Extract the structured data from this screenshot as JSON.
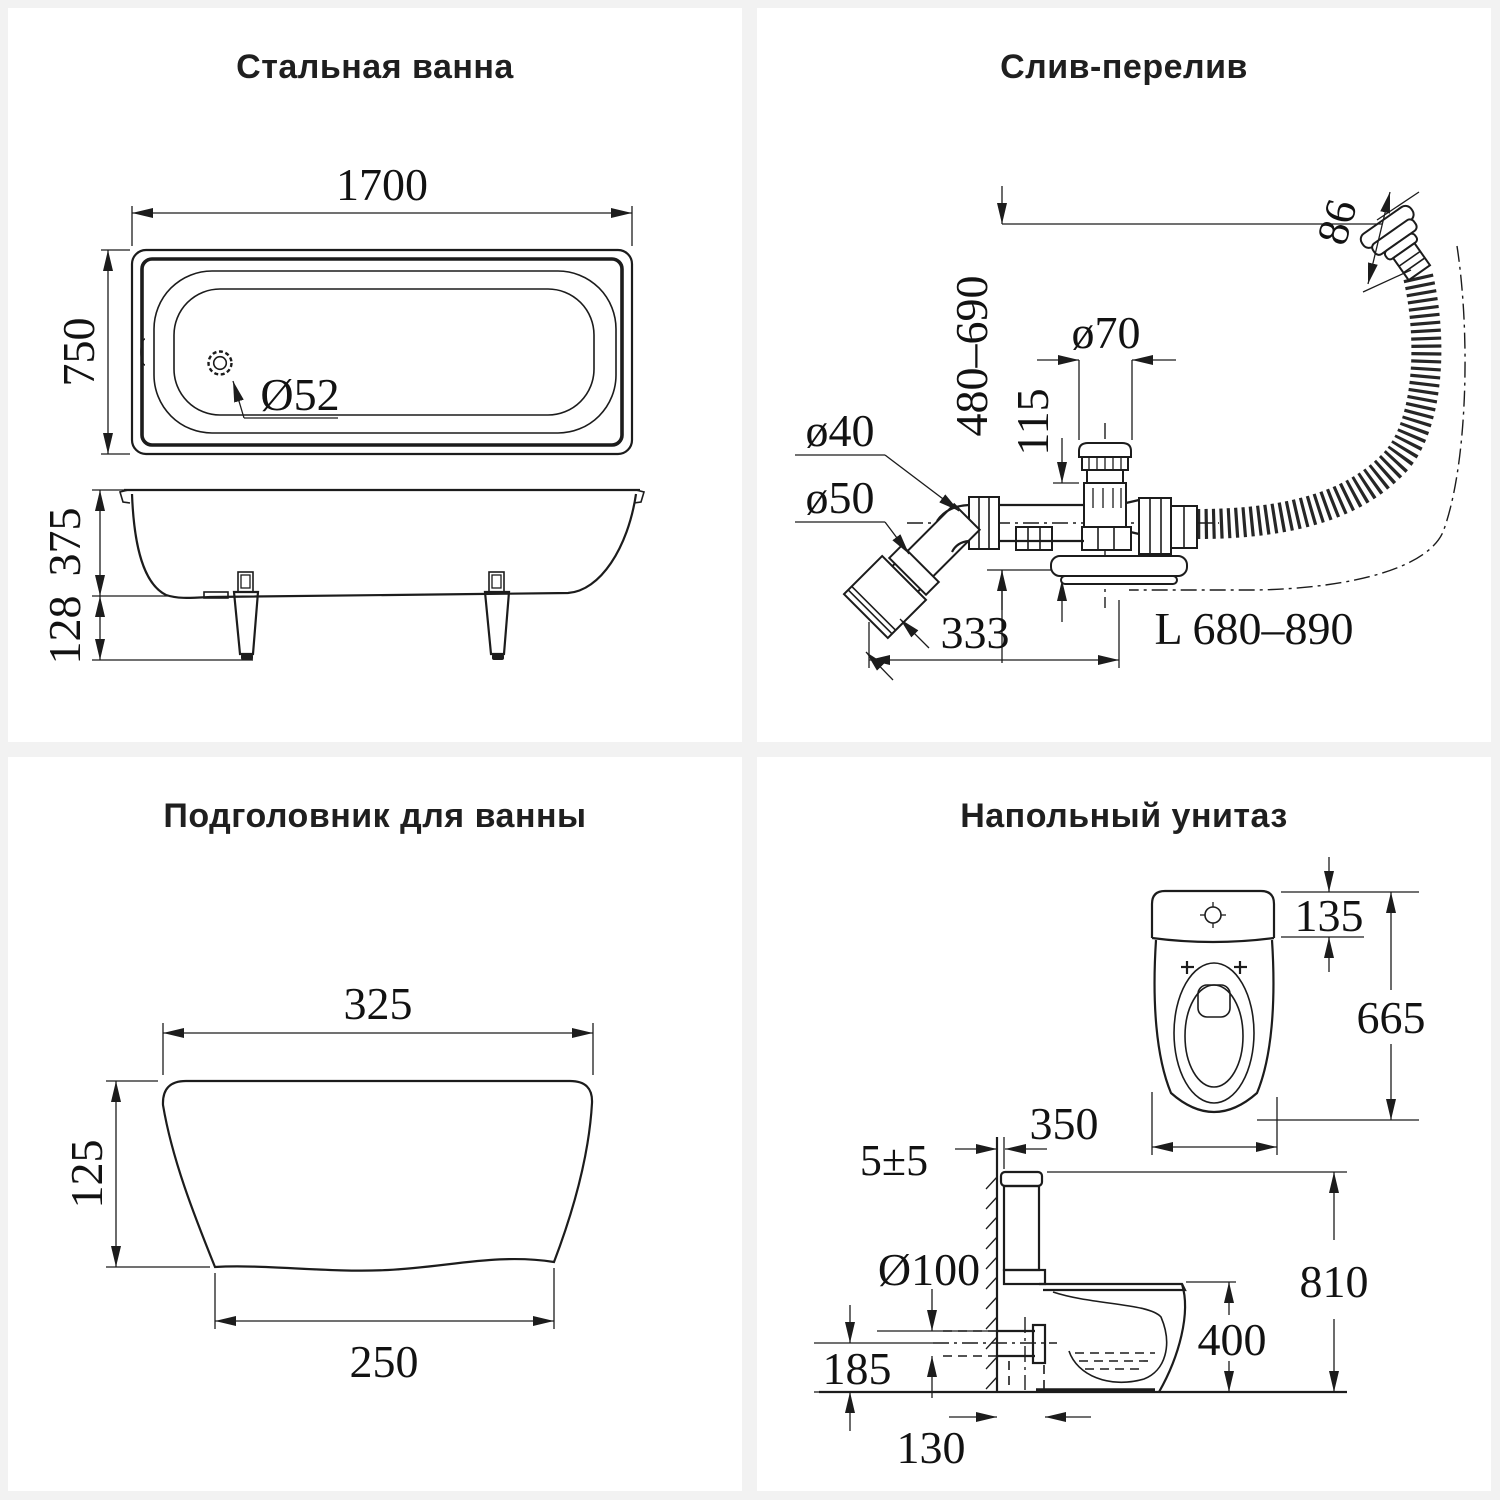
{
  "colors": {
    "background": "#f2f2f2",
    "panel": "#ffffff",
    "ink": "#1c1c1c"
  },
  "panels": {
    "bathtub": {
      "title": "Стальная ванна",
      "dims": {
        "length": "1700",
        "width": "750",
        "drain": "Ø52",
        "depth": "375",
        "legs": "128"
      }
    },
    "overflow": {
      "title": "Слив-перелив",
      "dims": {
        "head": "86",
        "height_range": "480–690",
        "top_diameter": "ø70",
        "drop": "115",
        "d40": "ø40",
        "d50": "ø50",
        "span": "333",
        "hose_length": "L 680–890"
      }
    },
    "headrest": {
      "title": "Подголовник для ванны",
      "dims": {
        "top_width": "325",
        "height": "125",
        "bottom_width": "250"
      }
    },
    "toilet": {
      "title": "Напольный унитаз",
      "dims": {
        "tank_depth": "135",
        "length": "665",
        "bowl_width": "350",
        "wall_gap": "5±5",
        "outlet_diameter": "Ø100",
        "outlet_height": "185",
        "total_height": "810",
        "seat_height": "400",
        "outlet_offset": "130"
      }
    }
  }
}
